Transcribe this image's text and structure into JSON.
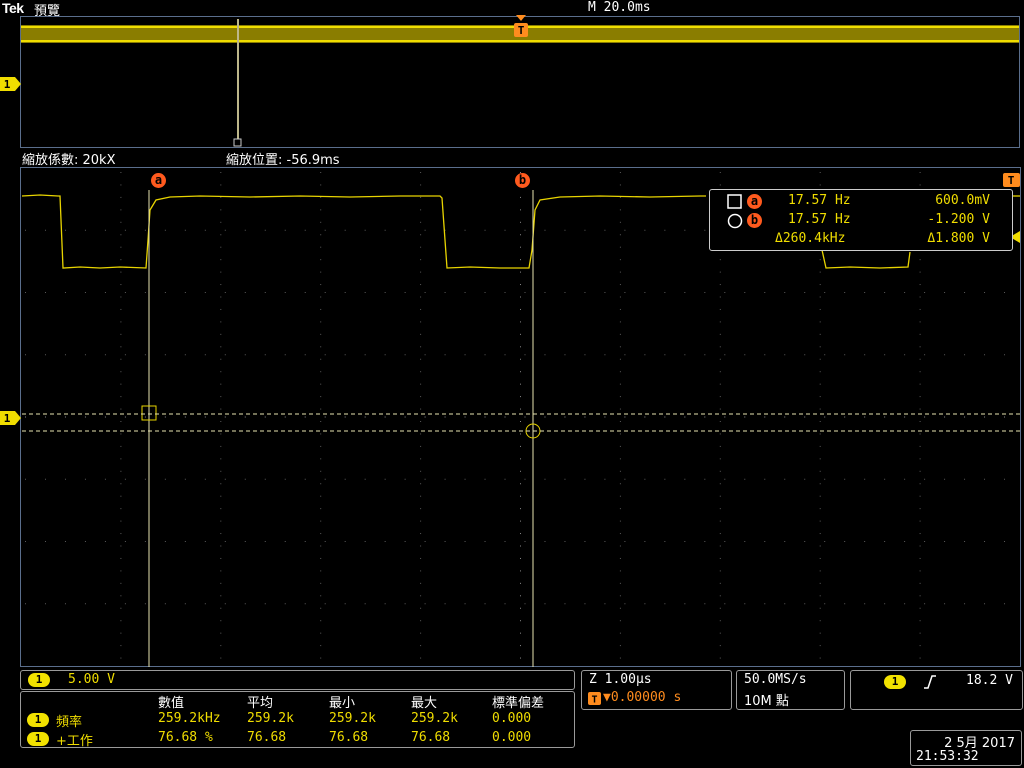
{
  "header": {
    "brand": "Tek",
    "mode": "預覽",
    "timebase": "M 20.0ms"
  },
  "zoom": {
    "factor_label": "縮放係數: 20kX",
    "position_label": "縮放位置: -56.9ms"
  },
  "channel": {
    "number": "1",
    "color": "#f0dd00"
  },
  "trigger_marker": "T",
  "cursors": {
    "a": {
      "label": "a",
      "freq": "17.57 Hz",
      "volt": "600.0mV"
    },
    "b": {
      "label": "b",
      "freq": "17.57 Hz",
      "volt": "-1.200 V"
    },
    "delta_freq": "Δ260.4kHz",
    "delta_volt": "Δ1.800 V"
  },
  "scale_panel": {
    "channel": "1",
    "scale": "5.00 V"
  },
  "horizontal_panel": {
    "zoom": "Z 1.00µs",
    "trigger_pos": "▼0.00000 s"
  },
  "acq_panel": {
    "rate": "50.0MS/s",
    "points": "10M 點"
  },
  "trigger_panel": {
    "channel": "1",
    "slope": "rising-edge-icon",
    "level": "18.2 V"
  },
  "measurements": {
    "headers": [
      "數值",
      "平均",
      "最小",
      "最大",
      "標準偏差"
    ],
    "rows": [
      {
        "channel": "1",
        "name": "頻率",
        "values": [
          "259.2kHz",
          "259.2k",
          "259.2k",
          "259.2k",
          "0.000"
        ]
      },
      {
        "channel": "1",
        "name": "+工作",
        "values": [
          "76.68 %",
          "76.68",
          "76.68",
          "76.68",
          "0.000"
        ]
      }
    ]
  },
  "datetime": {
    "date": "2 5月 2017",
    "time": "21:53:32"
  }
}
